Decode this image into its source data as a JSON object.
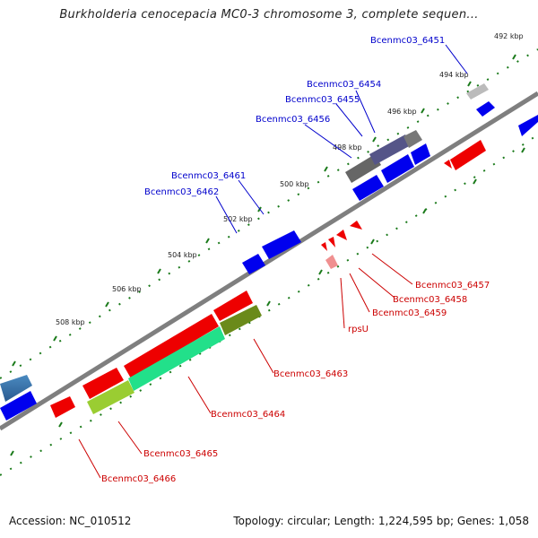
{
  "title": "Burkholderia cenocepacia MC0-3 chromosome 3, complete sequen...",
  "footer": {
    "accession": "Accession: NC_010512",
    "topology": "Topology: circular; Length: 1,224,595 bp; Genes: 1,058"
  },
  "colors": {
    "backbone": "#808080",
    "tick": "#1a7a1a",
    "forward_gene": "#0000ee",
    "reverse_gene": "#ee0000",
    "top_label": "#0000cc",
    "bottom_label": "#cc0000",
    "leader": "#cc0000"
  },
  "kbp_labels": [
    "492 kbp",
    "494 kbp",
    "496 kbp",
    "498 kbp",
    "500 kbp",
    "502 kbp",
    "504 kbp",
    "506 kbp",
    "508 kbp"
  ],
  "top_gene_labels": [
    "Bcenmc03_6451",
    "Bcenmc03_6454",
    "Bcenmc03_6455",
    "Bcenmc03_6456",
    "Bcenmc03_6461",
    "Bcenmc03_6462"
  ],
  "bottom_gene_labels": [
    "Bcenmc03_6457",
    "Bcenmc03_6458",
    "Bcenmc03_6459",
    "rpsU",
    "Bcenmc03_6463",
    "Bcenmc03_6464",
    "Bcenmc03_6465",
    "Bcenmc03_6466"
  ]
}
